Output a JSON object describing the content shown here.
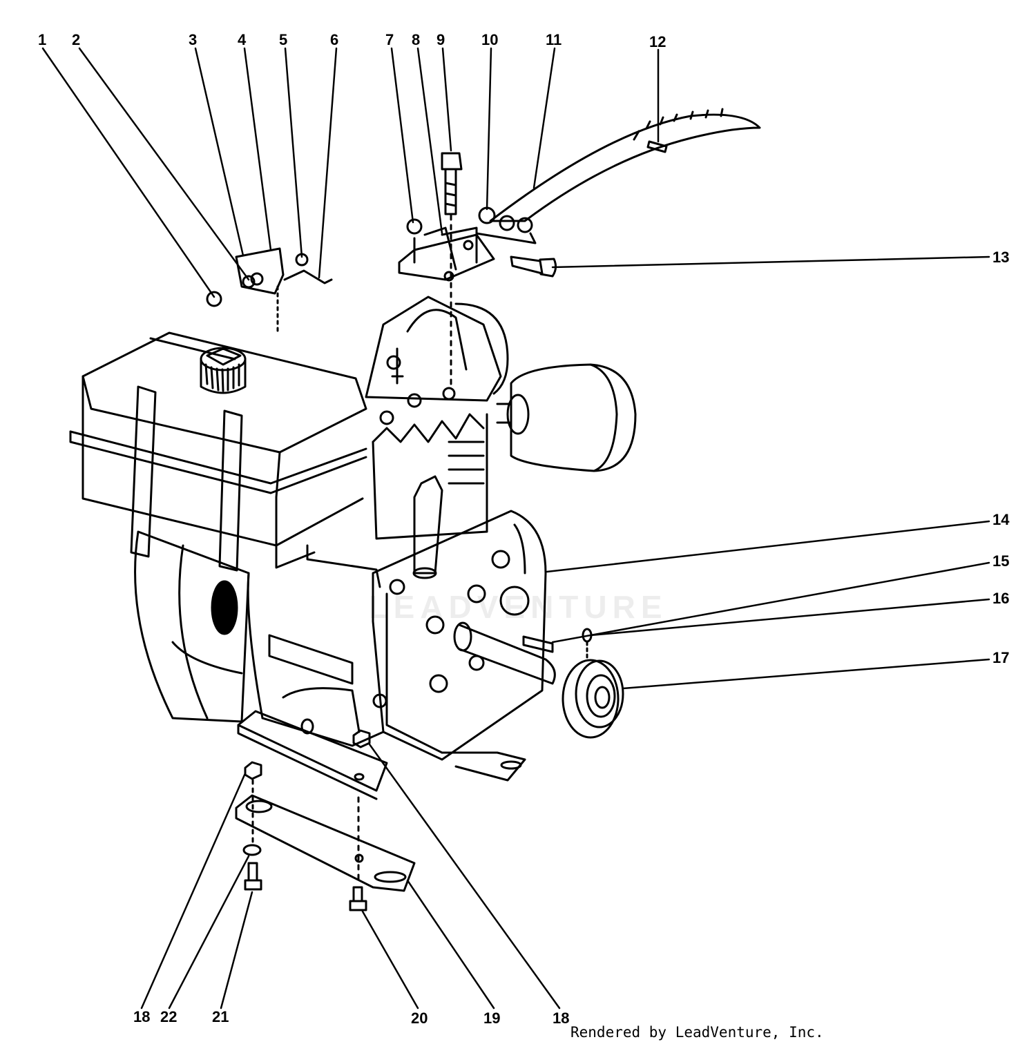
{
  "callouts": [
    "1",
    "2",
    "3",
    "4",
    "5",
    "6",
    "7",
    "8",
    "9",
    "10",
    "11",
    "12",
    "13",
    "14",
    "15",
    "16",
    "17",
    "18",
    "19",
    "20",
    "21",
    "22"
  ],
  "watermark": "LEADVENTURE",
  "credit": "Rendered by LeadVenture, Inc.",
  "colors": {
    "ink": "#000000",
    "paper": "#ffffff"
  }
}
